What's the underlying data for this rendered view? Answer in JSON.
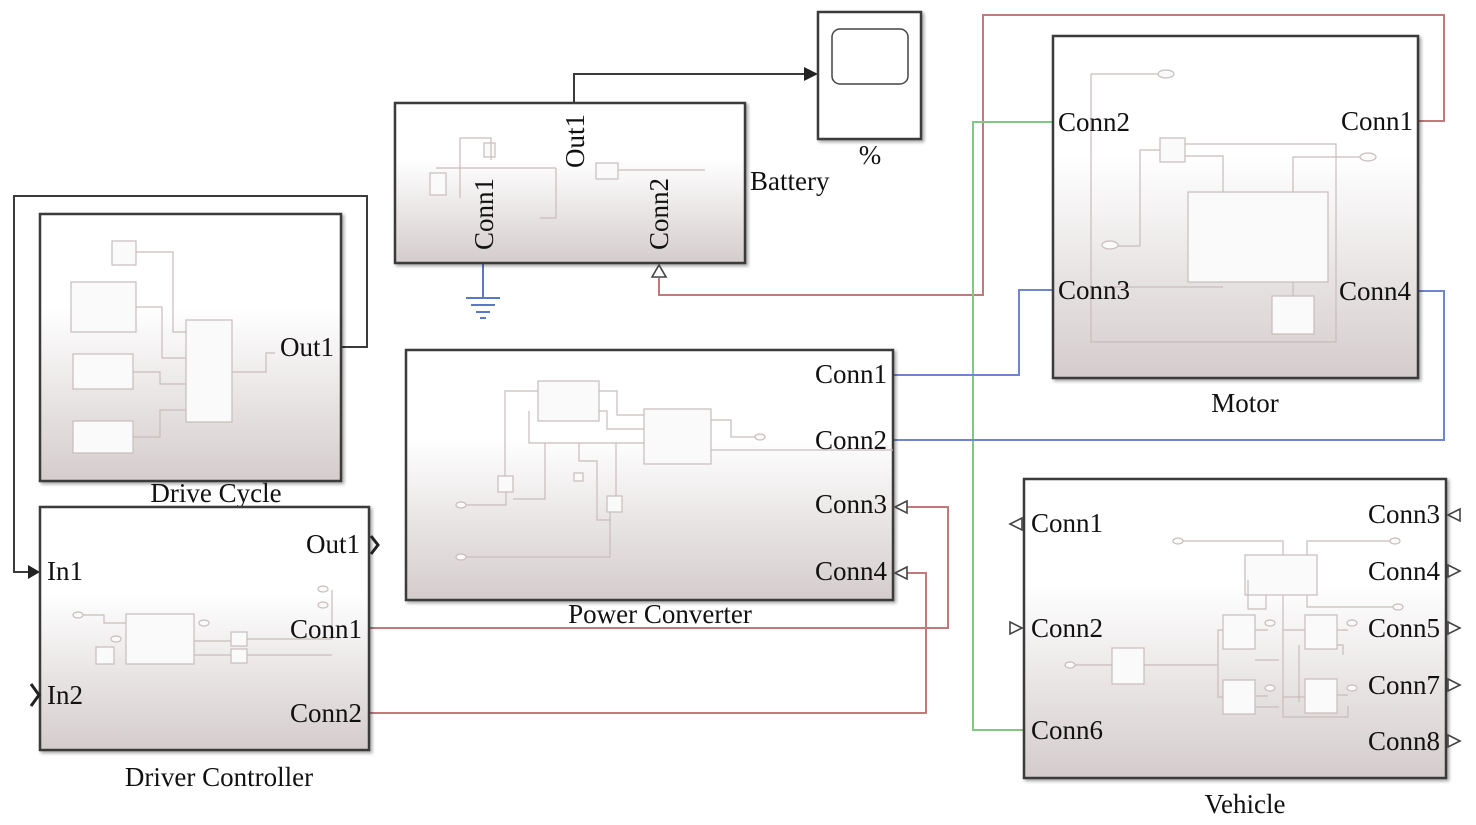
{
  "colors": {
    "signal": "#3a3a3a",
    "electrical_red": "#c07a7a",
    "electrical_blue": "#6f86cc",
    "mechanical_green": "#7fc983",
    "ground_blue": "#5a78c8"
  },
  "blocks": {
    "battery": {
      "label": "Battery",
      "ports": {
        "conn1": "Conn1",
        "out1": "Out1",
        "conn2": "Conn2"
      }
    },
    "scope": {
      "label": "%"
    },
    "motor": {
      "label": "Motor",
      "ports": {
        "conn1": "Conn1",
        "conn2": "Conn2",
        "conn3": "Conn3",
        "conn4": "Conn4"
      }
    },
    "drive_cycle": {
      "label": "Drive Cycle",
      "ports": {
        "out1": "Out1"
      }
    },
    "driver_controller": {
      "label": "Driver Controller",
      "ports": {
        "in1": "In1",
        "in2": "In2",
        "out1": "Out1",
        "conn1": "Conn1",
        "conn2": "Conn2"
      }
    },
    "power_converter": {
      "label": "Power Converter",
      "ports": {
        "conn1": "Conn1",
        "conn2": "Conn2",
        "conn3": "Conn3",
        "conn4": "Conn4"
      }
    },
    "vehicle": {
      "label": "Vehicle",
      "ports": {
        "conn1": "Conn1",
        "conn2": "Conn2",
        "conn6": "Conn6",
        "conn3": "Conn3",
        "conn4": "Conn4",
        "conn5": "Conn5",
        "conn7": "Conn7",
        "conn8": "Conn8"
      }
    }
  }
}
